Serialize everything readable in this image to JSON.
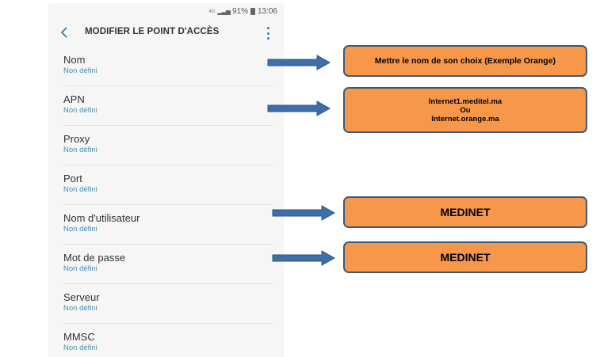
{
  "status_bar": {
    "network": "4G",
    "battery": "91%",
    "time": "13:06"
  },
  "toolbar": {
    "title": "MODIFIER LE POINT D'ACCÈS"
  },
  "fields": [
    {
      "label": "Nom",
      "value": "Non défini"
    },
    {
      "label": "APN",
      "value": "Non défini"
    },
    {
      "label": "Proxy",
      "value": "Non défini"
    },
    {
      "label": "Port",
      "value": "Non défini"
    },
    {
      "label": "Nom d'utilisateur",
      "value": "Non défini"
    },
    {
      "label": "Mot de passe",
      "value": "Non défini"
    },
    {
      "label": "Serveur",
      "value": "Non défini"
    },
    {
      "label": "MMSC",
      "value": "Non défini"
    }
  ],
  "annotations": {
    "nom_note": "Mettre le nom de son choix (Exemple Orange)",
    "apn_line1": "Internet1.meditel.ma",
    "apn_line2": "Ou",
    "apn_line3": "Internet.orange.ma",
    "user_note": "MEDINET",
    "password_note": "MEDINET"
  },
  "colors": {
    "box_fill": "#f7974a",
    "box_border": "#3b5a7a",
    "arrow": "#3f6fa8",
    "accent": "#3a7fa6"
  }
}
